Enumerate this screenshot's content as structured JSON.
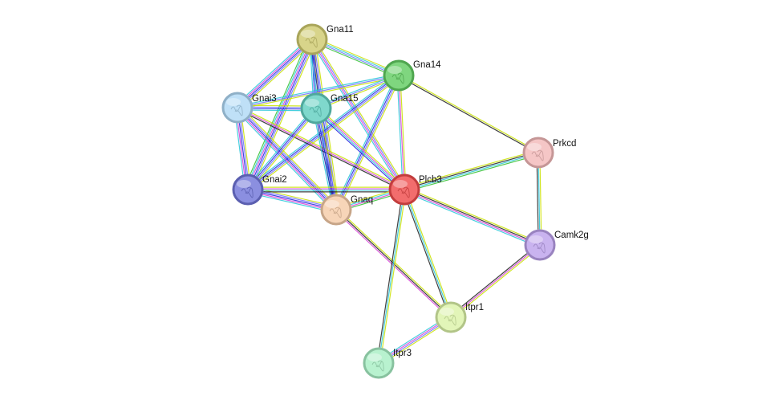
{
  "network": {
    "nodes": [
      {
        "id": "Gna11",
        "label": "Gna11",
        "color": "#d8d48a",
        "border": "#a9a55a"
      },
      {
        "id": "Gna14",
        "label": "Gna14",
        "color": "#7fd67f",
        "border": "#4fa64f"
      },
      {
        "id": "Gnai3",
        "label": "Gnai3",
        "color": "#bfe0f7",
        "border": "#8fb0c7"
      },
      {
        "id": "Gna15",
        "label": "Gna15",
        "color": "#7fd8cc",
        "border": "#4fa89c"
      },
      {
        "id": "Gnai2",
        "label": "Gnai2",
        "color": "#8b8fe0",
        "border": "#5b5fb0"
      },
      {
        "id": "Gnaq",
        "label": "Gnaq",
        "color": "#f7d5b8",
        "border": "#c7a588"
      },
      {
        "id": "Plcb3",
        "label": "Plcb3",
        "color": "#f26d6d",
        "border": "#c23d3d"
      },
      {
        "id": "Prkcd",
        "label": "Prkcd",
        "color": "#f5c6c6",
        "border": "#c59696"
      },
      {
        "id": "Camk2g",
        "label": "Camk2g",
        "color": "#c9b3ef",
        "border": "#9983bf"
      },
      {
        "id": "Itpr1",
        "label": "Itpr1",
        "color": "#e2f5b8",
        "border": "#b2c588"
      },
      {
        "id": "Itpr3",
        "label": "Itpr3",
        "color": "#b8f2cf",
        "border": "#88c29f"
      }
    ],
    "edge_colors": {
      "textmining": "#c8e000",
      "coexpression": "#1f1f1f",
      "experiments": "#d63fd6",
      "database": "#26c6d8",
      "homology": "#7070ff",
      "curated": "#2020e0",
      "neighborhood": "#30c030",
      "cooccurrence": "#1a1aa0",
      "general": "#a0a0a0"
    },
    "edges": [
      {
        "source": "Gna11",
        "target": "Gna14",
        "types": [
          "textmining",
          "database",
          "homology",
          "neighborhood"
        ]
      },
      {
        "source": "Gna11",
        "target": "Gnai3",
        "types": [
          "textmining",
          "homology",
          "curated",
          "experiments",
          "database"
        ]
      },
      {
        "source": "Gna11",
        "target": "Gna15",
        "types": [
          "textmining",
          "homology",
          "curated",
          "database"
        ]
      },
      {
        "source": "Gna11",
        "target": "Gnai2",
        "types": [
          "textmining",
          "homology",
          "curated",
          "experiments",
          "database",
          "neighborhood"
        ]
      },
      {
        "source": "Gna11",
        "target": "Gnaq",
        "types": [
          "textmining",
          "homology",
          "curated",
          "cooccurrence",
          "database"
        ]
      },
      {
        "source": "Gna11",
        "target": "Plcb3",
        "types": [
          "textmining",
          "homology",
          "experiments",
          "database"
        ]
      },
      {
        "source": "Gna14",
        "target": "Gnai3",
        "types": [
          "textmining",
          "homology",
          "database"
        ]
      },
      {
        "source": "Gna14",
        "target": "Gna15",
        "types": [
          "textmining",
          "homology",
          "database"
        ]
      },
      {
        "source": "Gna14",
        "target": "Gnai2",
        "types": [
          "textmining",
          "homology",
          "curated",
          "database"
        ]
      },
      {
        "source": "Gna14",
        "target": "Gnaq",
        "types": [
          "textmining",
          "homology",
          "curated",
          "database"
        ]
      },
      {
        "source": "Gna14",
        "target": "Plcb3",
        "types": [
          "textmining",
          "experiments",
          "database"
        ]
      },
      {
        "source": "Gna14",
        "target": "Prkcd",
        "types": [
          "textmining",
          "coexpression"
        ]
      },
      {
        "source": "Gnai3",
        "target": "Gna15",
        "types": [
          "textmining",
          "homology",
          "curated",
          "database"
        ]
      },
      {
        "source": "Gnai3",
        "target": "Gnai2",
        "types": [
          "textmining",
          "homology",
          "curated",
          "experiments",
          "database"
        ]
      },
      {
        "source": "Gnai3",
        "target": "Gnaq",
        "types": [
          "textmining",
          "homology",
          "curated",
          "experiments",
          "database"
        ]
      },
      {
        "source": "Gnai3",
        "target": "Plcb3",
        "types": [
          "textmining",
          "experiments",
          "coexpression"
        ]
      },
      {
        "source": "Gna15",
        "target": "Gnai2",
        "types": [
          "textmining",
          "homology",
          "curated",
          "database"
        ]
      },
      {
        "source": "Gna15",
        "target": "Gnaq",
        "types": [
          "textmining",
          "homology",
          "curated",
          "cooccurrence",
          "database"
        ]
      },
      {
        "source": "Gna15",
        "target": "Plcb3",
        "types": [
          "textmining",
          "experiments",
          "database",
          "curated"
        ]
      },
      {
        "source": "Gnai2",
        "target": "Gnaq",
        "types": [
          "textmining",
          "homology",
          "curated",
          "experiments",
          "database"
        ]
      },
      {
        "source": "Gnai2",
        "target": "Plcb3",
        "types": [
          "textmining",
          "experiments",
          "database",
          "coexpression"
        ]
      },
      {
        "source": "Gnaq",
        "target": "Plcb3",
        "types": [
          "textmining",
          "database",
          "experiments",
          "neighborhood"
        ]
      },
      {
        "source": "Gnaq",
        "target": "Itpr1",
        "types": [
          "textmining",
          "coexpression",
          "experiments"
        ]
      },
      {
        "source": "Plcb3",
        "target": "Prkcd",
        "types": [
          "textmining",
          "coexpression",
          "database",
          "neighborhood"
        ]
      },
      {
        "source": "Plcb3",
        "target": "Camk2g",
        "types": [
          "textmining",
          "coexpression",
          "experiments",
          "database"
        ]
      },
      {
        "source": "Plcb3",
        "target": "Itpr1",
        "types": [
          "textmining",
          "database",
          "coexpression"
        ]
      },
      {
        "source": "Plcb3",
        "target": "Itpr3",
        "types": [
          "textmining",
          "database",
          "coexpression"
        ]
      },
      {
        "source": "Prkcd",
        "target": "Camk2g",
        "types": [
          "textmining",
          "database",
          "coexpression"
        ]
      },
      {
        "source": "Camk2g",
        "target": "Itpr1",
        "types": [
          "textmining",
          "experiments",
          "coexpression"
        ]
      },
      {
        "source": "Itpr1",
        "target": "Itpr3",
        "types": [
          "textmining",
          "homology",
          "experiments",
          "database"
        ]
      }
    ]
  }
}
